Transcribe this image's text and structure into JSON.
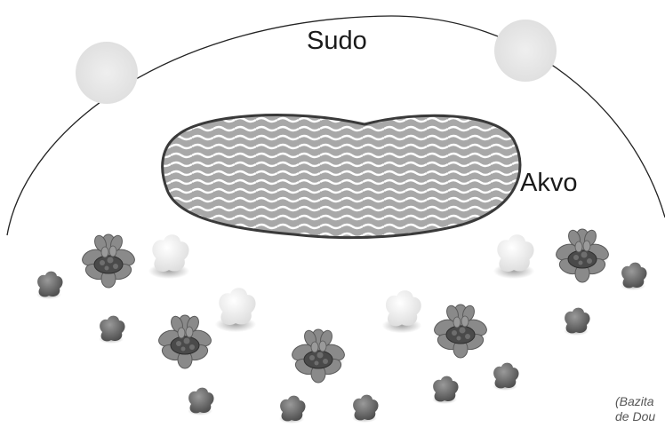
{
  "labels": {
    "sudo": "Sudo",
    "akvo": "Akvo"
  },
  "credit": {
    "line1": "(Bazita",
    "line2": "de Dou"
  },
  "colors": {
    "sun": "#e4e4e4",
    "water_fill": "#a8a8a8",
    "water_outline": "#3a3a3a",
    "arc": "#222222",
    "light_stone": "#ededed",
    "dark_stone": "#6a6a6a",
    "plant_leaf": "#7a7a7a",
    "plant_center": "#3f3f3f"
  }
}
